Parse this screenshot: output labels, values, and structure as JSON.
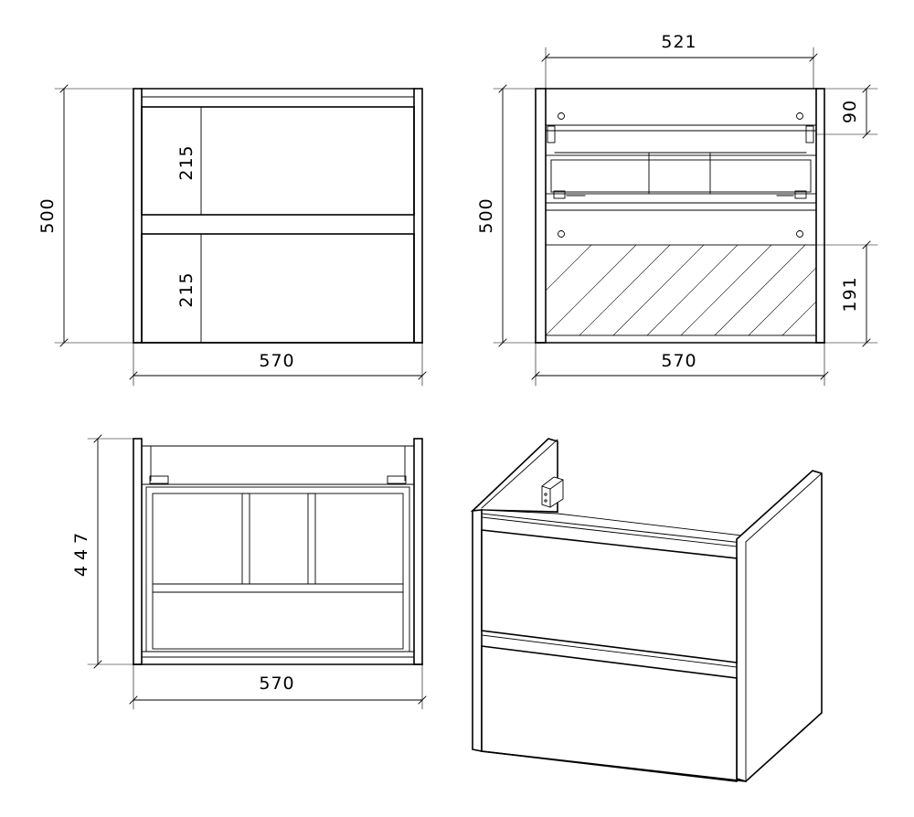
{
  "colors": {
    "stroke": "#000000",
    "background": "#ffffff"
  },
  "views": {
    "front": {
      "width_label": "570",
      "height_label": "500",
      "drawer_top_label": "215",
      "drawer_bottom_label": "215"
    },
    "back": {
      "inner_width_label": "521",
      "height_label": "500",
      "top_offset_label": "90",
      "bottom_hatch_label": "191",
      "width_label": "570"
    },
    "top": {
      "depth_label": "447",
      "width_label": "570"
    }
  }
}
